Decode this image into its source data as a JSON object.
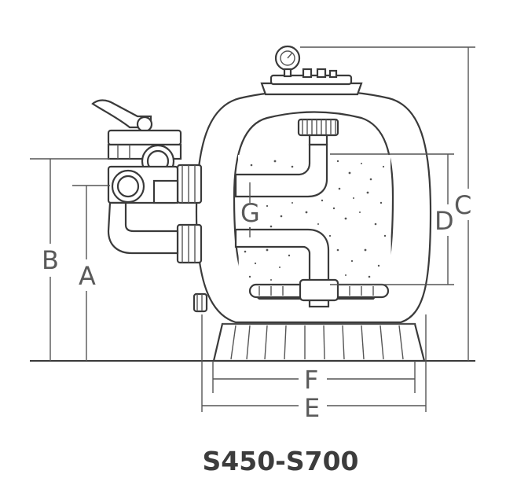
{
  "model": "S450-S700",
  "dimension_labels": {
    "a": "A",
    "b": "B",
    "c": "C",
    "d": "D",
    "e": "E",
    "f": "F",
    "g": "G"
  }
}
